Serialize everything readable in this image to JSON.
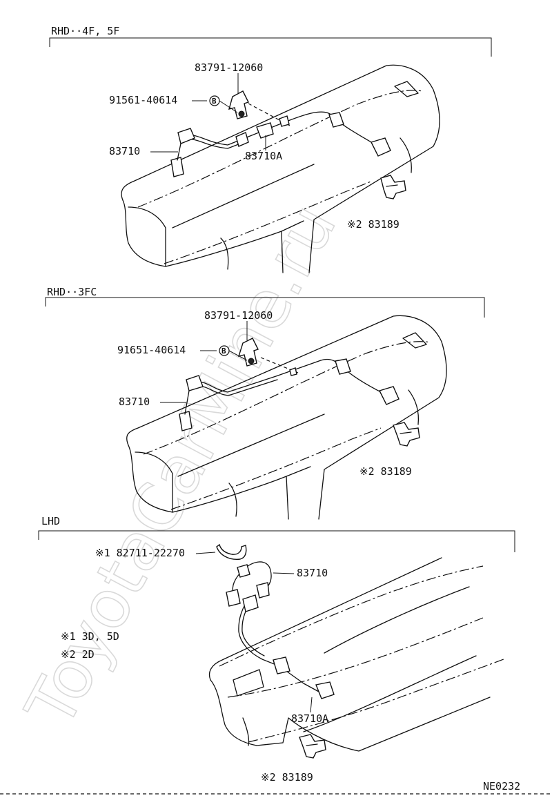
{
  "watermark": "ToyotaCarMine.ru",
  "sections": [
    {
      "title": "RHD··4F, 5F",
      "labels": {
        "bracket": "83791-12060",
        "bolt": "91561-40614",
        "bolt_badge": "B",
        "cable": "83710",
        "cable_sub": "83710A",
        "sensor": "※2 83189"
      }
    },
    {
      "title": "RHD··3FC",
      "labels": {
        "bracket": "83791-12060",
        "bolt": "91651-40614",
        "bolt_badge": "B",
        "cable": "83710",
        "sensor": "※2 83189"
      }
    },
    {
      "title": "LHD",
      "labels": {
        "clamp": "※1 82711-22270",
        "cable": "83710",
        "cable_sub": "83710A",
        "sensor": "※2 83189"
      },
      "notes": [
        "※1 3D, 5D",
        "※2 2D"
      ]
    }
  ],
  "figure_code": "NE0232"
}
